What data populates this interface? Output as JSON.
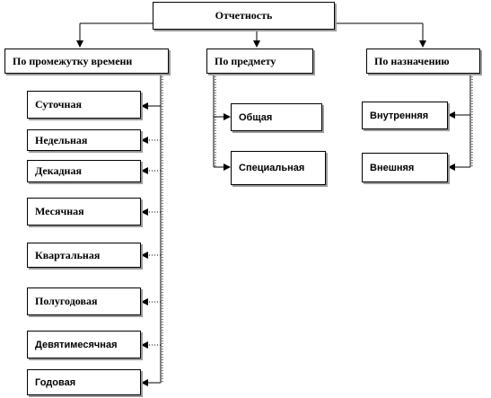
{
  "root": {
    "label": "Отчетность"
  },
  "categories": [
    {
      "label": "По промежутку времени"
    },
    {
      "label": "По предмету"
    },
    {
      "label": "По назначению"
    }
  ],
  "time_items": [
    {
      "label": "Суточная"
    },
    {
      "label": "Недельная"
    },
    {
      "label": "Декадная"
    },
    {
      "label": "Месячная"
    },
    {
      "label": "Квартальная"
    },
    {
      "label": "Полугодовая"
    },
    {
      "label": "Девятимесячная"
    },
    {
      "label": "Годовая"
    }
  ],
  "subject_items": [
    {
      "label": "Общая"
    },
    {
      "label": "Специальная"
    }
  ],
  "purpose_items": [
    {
      "label": "Внутренняя"
    },
    {
      "label": "Внешняя"
    }
  ]
}
